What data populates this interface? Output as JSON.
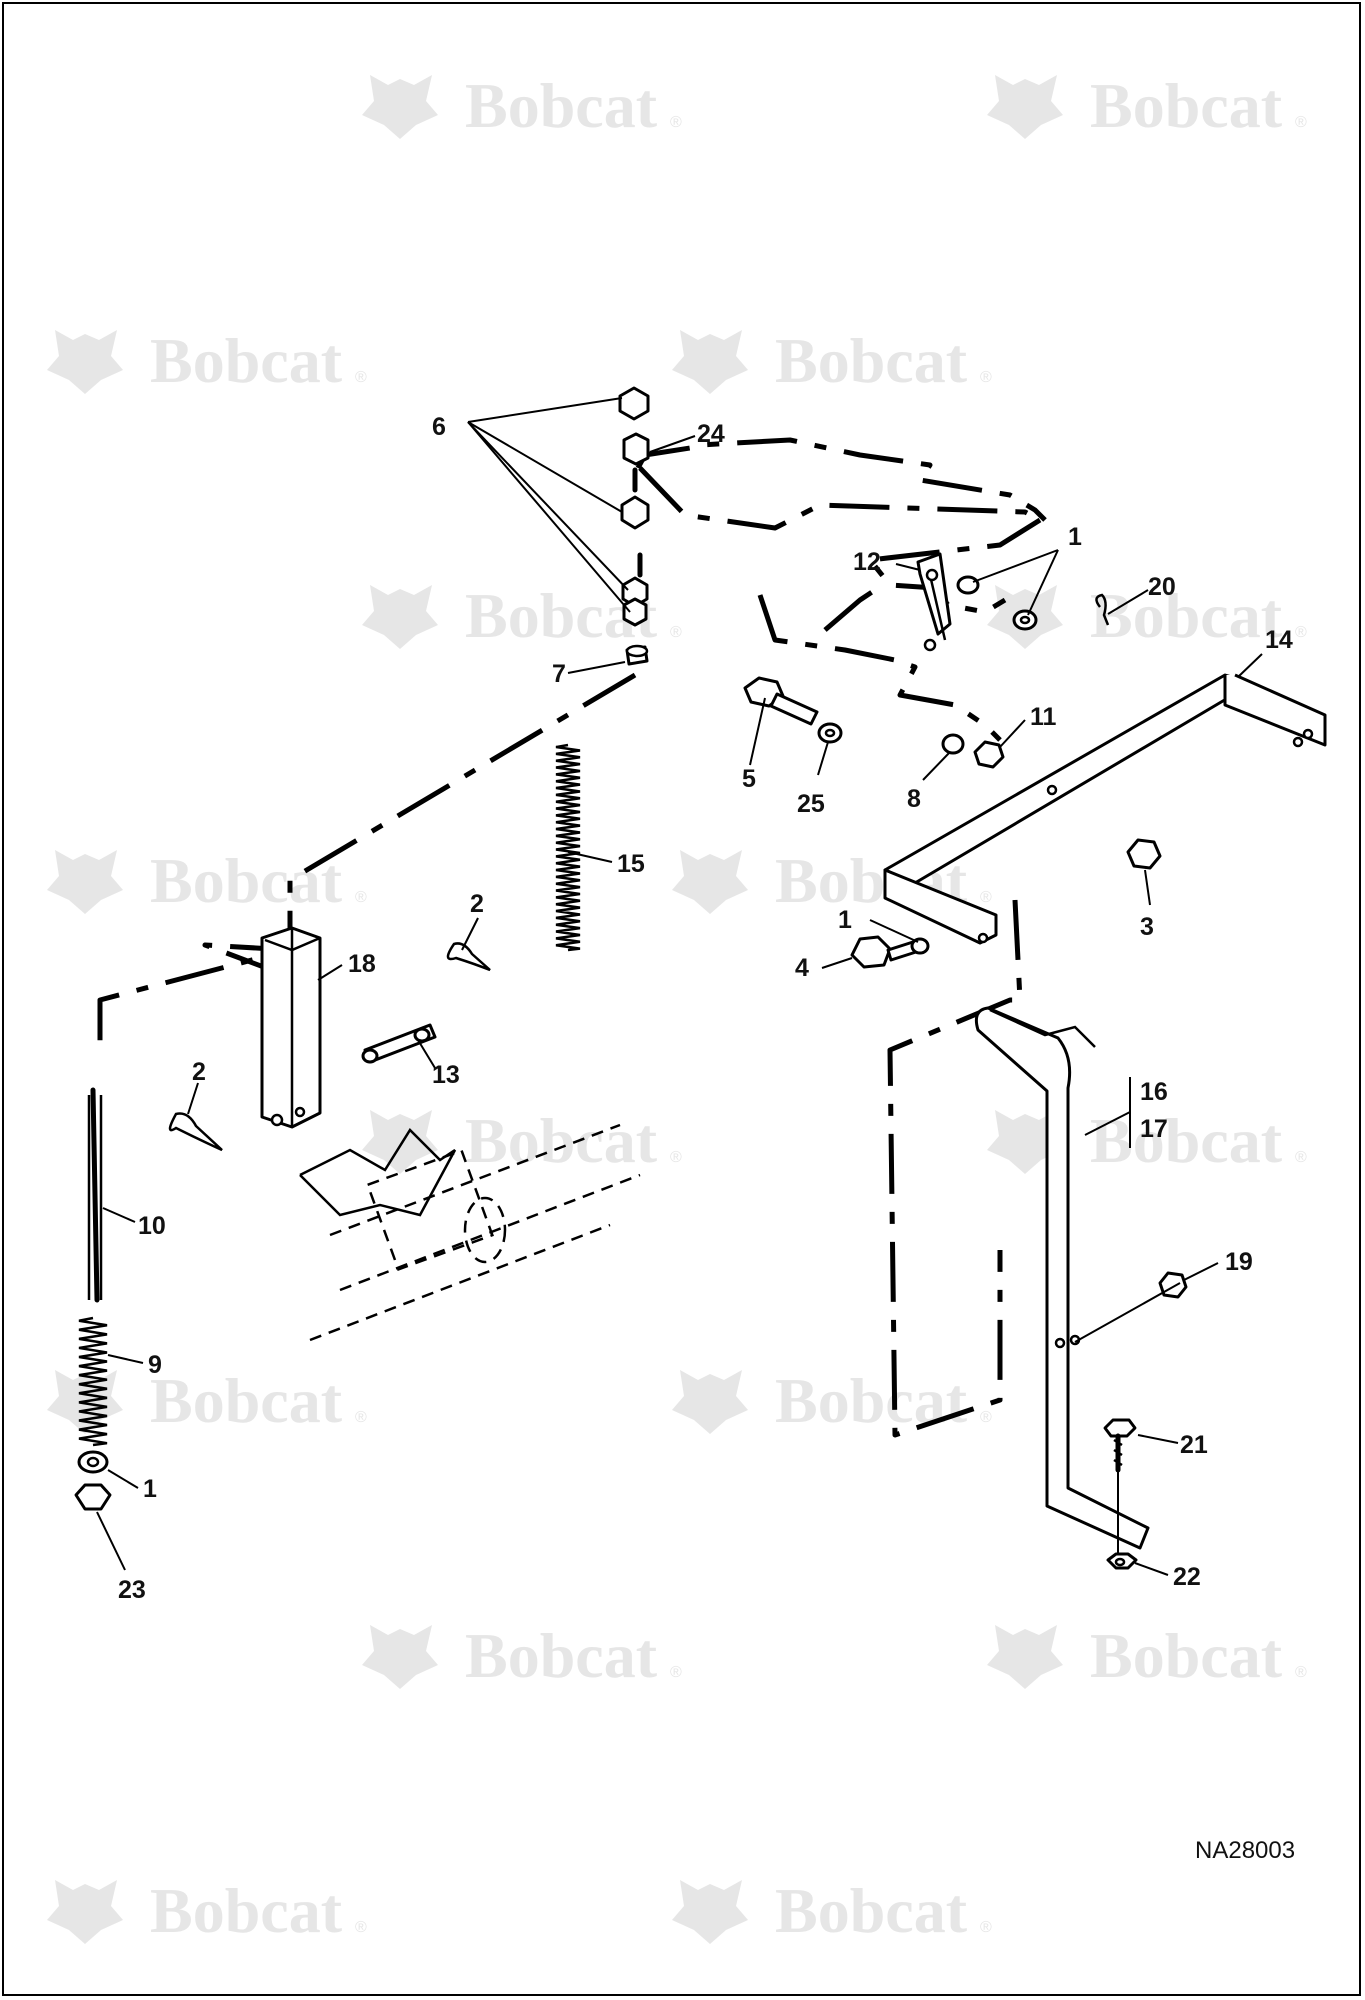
{
  "watermark": {
    "brand": "Bobcat",
    "trademark": "®",
    "color": "#e6e6e6"
  },
  "figure_id": "NA28003",
  "callouts": {
    "c6": "6",
    "c24": "24",
    "c1_top": "1",
    "c12": "12",
    "c20": "20",
    "c14": "14",
    "c7": "7",
    "c11": "11",
    "c5": "5",
    "c25": "25",
    "c8": "8",
    "c15": "15",
    "c3": "3",
    "c1_mid": "1",
    "c4": "4",
    "c2_mid": "2",
    "c18": "18",
    "c13": "13",
    "c2_left": "2",
    "c16": "16",
    "c17": "17",
    "c10": "10",
    "c19": "19",
    "c9": "9",
    "c21": "21",
    "c1_low": "1",
    "c22": "22",
    "c23": "23"
  },
  "colors": {
    "line": "#000000",
    "background": "#ffffff",
    "text": "#111111"
  }
}
